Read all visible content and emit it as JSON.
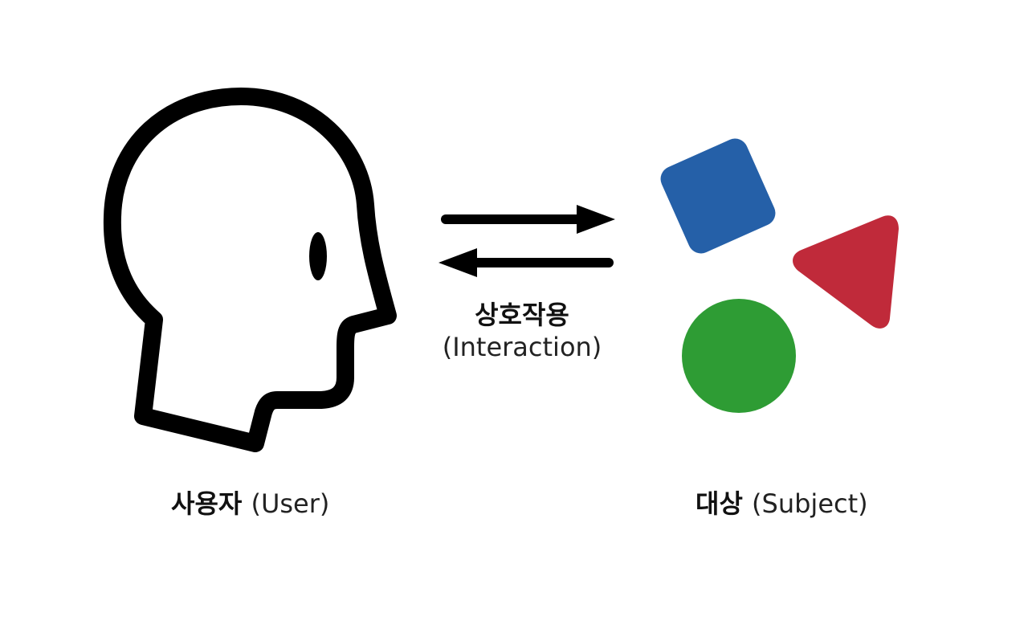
{
  "user": {
    "label_ko": "사용자",
    "label_en": "(User)",
    "icon": "head-profile-icon"
  },
  "interaction": {
    "label_ko": "상호작용",
    "label_en": "(Interaction)",
    "icon": "bidirectional-arrows-icon"
  },
  "subject": {
    "label_ko": "대상",
    "label_en": "(Subject)",
    "shapes": [
      {
        "name": "square",
        "color": "#2560a8"
      },
      {
        "name": "triangle",
        "color": "#c02a3a"
      },
      {
        "name": "circle",
        "color": "#2e9c34"
      }
    ]
  },
  "colors": {
    "stroke": "#000000",
    "background": "#ffffff"
  }
}
